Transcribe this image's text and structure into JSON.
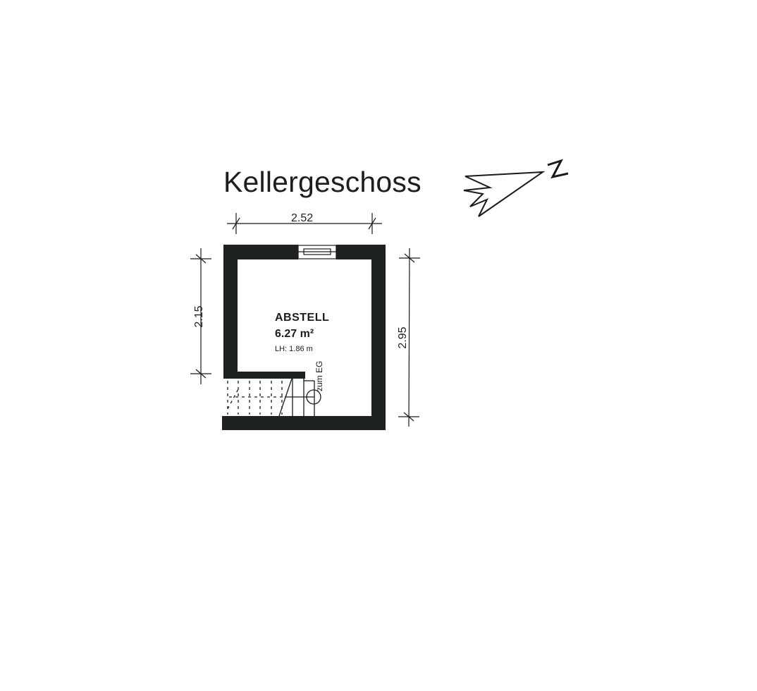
{
  "title": "Kellergeschoss",
  "dimensions": {
    "top_width": "2.52",
    "left_height": "2.15",
    "right_height": "2.95"
  },
  "room": {
    "name": "ABSTELL",
    "area": "6.27 m²",
    "clear_height": "LH: 1.86 m"
  },
  "stair": {
    "label": "zum EG"
  },
  "north_arrow": {
    "label": "N",
    "icon": "north-arrow-icon"
  },
  "colors": {
    "wall": "#1e2122",
    "line": "#1a1a1a",
    "background": "#ffffff"
  }
}
